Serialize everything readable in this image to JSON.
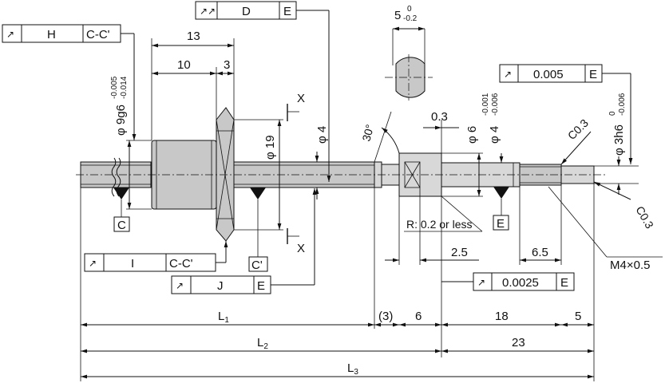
{
  "frames": {
    "D": {
      "symbol": "↗↗",
      "ref": "D",
      "datum": "E"
    },
    "H": {
      "symbol": "↗",
      "ref": "H",
      "datum": "C-C'"
    },
    "I": {
      "symbol": "↗",
      "ref": "I",
      "datum": "C-C'"
    },
    "J": {
      "symbol": "↗",
      "ref": "J",
      "datum": "E"
    },
    "tol1": {
      "symbol": "↗",
      "value": "0.005",
      "datum": "E"
    },
    "tol2": {
      "symbol": "↗",
      "value": "0.0025",
      "datum": "E"
    }
  },
  "dims": {
    "width5": "5",
    "width5_upper": "0",
    "width5_lower": "-0.2",
    "d13": "13",
    "d10": "10",
    "d3": "3",
    "dia_9g6": "φ 9g6",
    "dia_9g6_upper": "-0.005",
    "dia_9g6_lower": "-0.014",
    "dia_19": "φ 19",
    "dia_4": "φ 4",
    "angle30": "30°",
    "d03": "0.3",
    "dia_6": "φ 6",
    "dia_4t": "φ 4",
    "dia_4t_upper": "-0.001",
    "dia_4t_lower": "-0.006",
    "dia_3h6": "φ 3h6",
    "dia_3h6_upper": "0",
    "dia_3h6_lower": "-0.006",
    "chamfer1": "C0.3",
    "chamfer2": "C0.3",
    "radius": "R: 0.2 or less",
    "d25": "2.5",
    "d65": "6.5",
    "thread": "M4×0.5",
    "L1_main": "L",
    "L1_sub": "1",
    "d3p": "(3)",
    "d6": "6",
    "d18": "18",
    "d5": "5",
    "L2_main": "L",
    "L2_sub": "2",
    "d23": "23",
    "L3_main": "L",
    "L3_sub": "3"
  },
  "labels": {
    "datum_C": "C",
    "datum_Cp": "C'",
    "datum_E": "E",
    "section_X_top": "X",
    "section_X_bottom": "X"
  }
}
